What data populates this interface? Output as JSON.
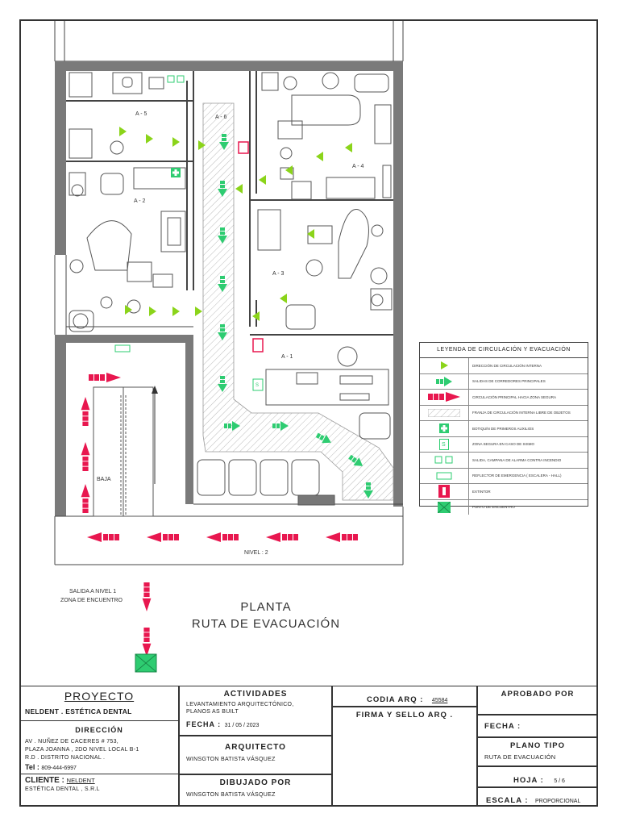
{
  "plan": {
    "rooms": [
      "A - 5",
      "A - 6",
      "A - 4",
      "A - 2",
      "A - 3",
      "A - 1"
    ],
    "stair_label": "BAJA",
    "level_label": "NIVEL : 2",
    "exit_note_line1": "SALIDA  A  NIVEL 1",
    "exit_note_line2": "ZONA  DE  ENCUENTRO",
    "title_line1": "PLANTA",
    "title_line2": "RUTA  DE  EVACUACIÓN"
  },
  "legend": {
    "title": "LEYENDA DE CIRCULACIÓN  Y  EVACUACIÓN",
    "items": [
      {
        "icon": "triangle-arrow-icon",
        "text": "DIRECCIÓN DE CIRCULACIÓN INTERNA"
      },
      {
        "icon": "green-arrow-icon",
        "text": "SALIDAS DE CORREDORES  PRINCIPALES"
      },
      {
        "icon": "red-arrow-icon",
        "text": "CIRCULACIÓN PRINCIPAL  HACIA ZONA SEGURA"
      },
      {
        "icon": "hatch-strip-icon",
        "text": "FRANJA DE CIRCULACIÓN INTERNA LIBRE  DE OBJETOS"
      },
      {
        "icon": "first-aid-icon",
        "text": "BOTIQUÍN DE PRIMEROS AUXILIOS"
      },
      {
        "icon": "safe-zone-icon",
        "text": "ZONA SEGURA EN CASO DE SISMO"
      },
      {
        "icon": "alarm-icon",
        "text": "SALIDA,  CAMPANA DE ALARMA  CONTRA  INCENDIO"
      },
      {
        "icon": "emergency-light-icon",
        "text": "REFLECTOR DE EMERGENCIA ( ESCALERA - HALL)"
      },
      {
        "icon": "extinguisher-icon",
        "text": "EXTINTOR"
      },
      {
        "icon": "meeting-point-icon",
        "text": "PUNTO DE ENCUENTRO"
      }
    ]
  },
  "titleblock": {
    "proyecto_label": "PROYECTO",
    "proyecto_value": "NELDENT  .  ESTÉTICA DENTAL",
    "direccion_label": "DIRECCIÓN",
    "direccion_line1": "AV . NUÑEZ DE CACERES  # 753,",
    "direccion_line2": "PLAZA  JOANNA , 2DO NIVEL  LOCAL B-1",
    "direccion_line3": "R.D . DISTRITO NACIONAL .",
    "tel_label": "Tel :",
    "tel_value": "809-444-6997",
    "cliente_label": "CLIENTE  :",
    "cliente_value": "NELDENT",
    "cliente_sub": "ESTÉTICA DENTAL , S.R.L",
    "actividades_label": "ACTIVIDADES",
    "actividades_line1": "LEVANTAMIENTO ARQUITECTÓNICO,",
    "actividades_line2": "PLANOS AS BUILT",
    "fecha_label": "FECHA  :",
    "fecha_value": "31 / 05 / 2023",
    "arquitecto_label": "ARQUITECTO",
    "arquitecto_value": "WINSGTON  BATISTA  VÁSQUEZ",
    "dibujado_label": "DIBUJADO POR",
    "dibujado_value": "WINSGTON  BATISTA  VÁSQUEZ",
    "codia_label": "CODIA  ARQ  :",
    "codia_value": "45584",
    "firma_label": "FIRMA  Y  SELLO  ARQ .",
    "aprobado_label": "APROBADO POR",
    "fecha2_label": "FECHA  :",
    "plano_tipo_label": "PLANO TIPO",
    "plano_tipo_value": "RUTA  DE  EVACUACIÓN",
    "hoja_label": "HOJA  :",
    "hoja_value": "5 / 6",
    "escala_label": "ESCALA  :",
    "escala_value": "PROPORCIONAL"
  },
  "colors": {
    "green": "#2ecc71",
    "red": "#e8174f",
    "lime": "#8bd41a",
    "wall": "#7a7a7a"
  }
}
